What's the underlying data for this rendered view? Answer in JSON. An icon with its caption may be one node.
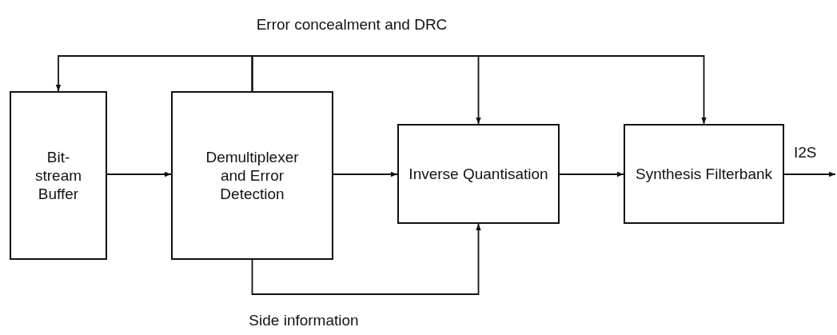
{
  "diagram": {
    "nodes": [
      {
        "text": [
          "Bit- stream Buffer"
        ]
      },
      {
        "text": [
          "Demultiplexer and Error Detection"
        ]
      },
      {
        "text": [
          "Inverse Quantisation"
        ]
      },
      {
        "text": [
          "Synthesis Filterbank"
        ]
      }
    ],
    "edges": [
      {
        "from": 0,
        "to": 1,
        "arrow": "to"
      },
      {
        "from": 1,
        "to": 2,
        "arrow": "to"
      },
      {
        "from": 2,
        "to": 3,
        "arrow": "to"
      },
      {
        "from": 3,
        "to": null,
        "arrow": "to",
        "label": "I2S"
      },
      {
        "from": 1,
        "to": 0,
        "arrow": "to"
      },
      {
        "from": 1,
        "to": 2,
        "arrow": "to"
      },
      {
        "from": 1,
        "to": 3,
        "arrow": "to"
      },
      {
        "from": 1,
        "to": 2,
        "arrow": "to"
      }
    ],
    "labels": [
      "Error concealment and DRC",
      "Side information"
    ]
  }
}
